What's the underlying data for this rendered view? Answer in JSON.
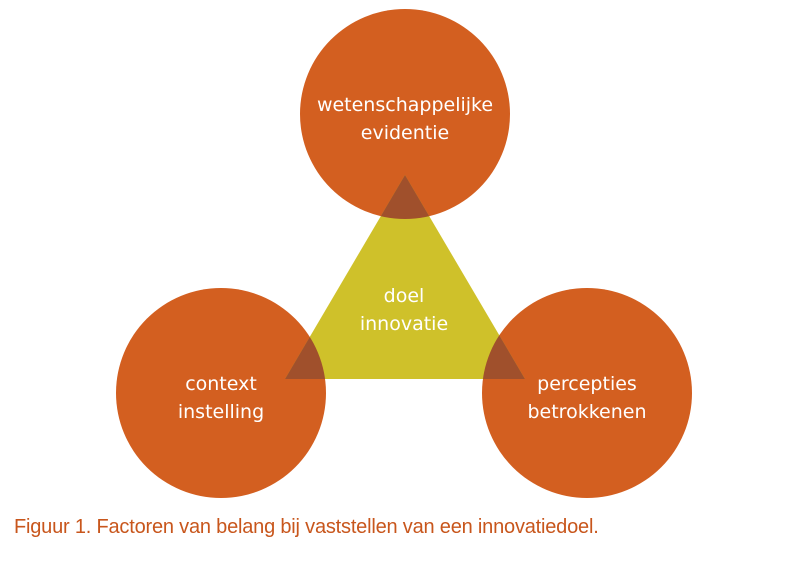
{
  "colors": {
    "circle": "#d35f20",
    "triangle": "#cfc12a",
    "overlap": "#a0502c",
    "label": "#ffffff",
    "caption": "#c8561c"
  },
  "diagram": {
    "top": {
      "line1": "wetenschappelijke",
      "line2": "evidentie"
    },
    "left": {
      "line1": "context",
      "line2": "instelling"
    },
    "right": {
      "line1": "percepties",
      "line2": "betrokkenen"
    },
    "center": {
      "line1": "doel",
      "line2": "innovatie"
    }
  },
  "caption": "Figuur 1. Factoren van belang bij vaststellen van een innovatiedoel."
}
